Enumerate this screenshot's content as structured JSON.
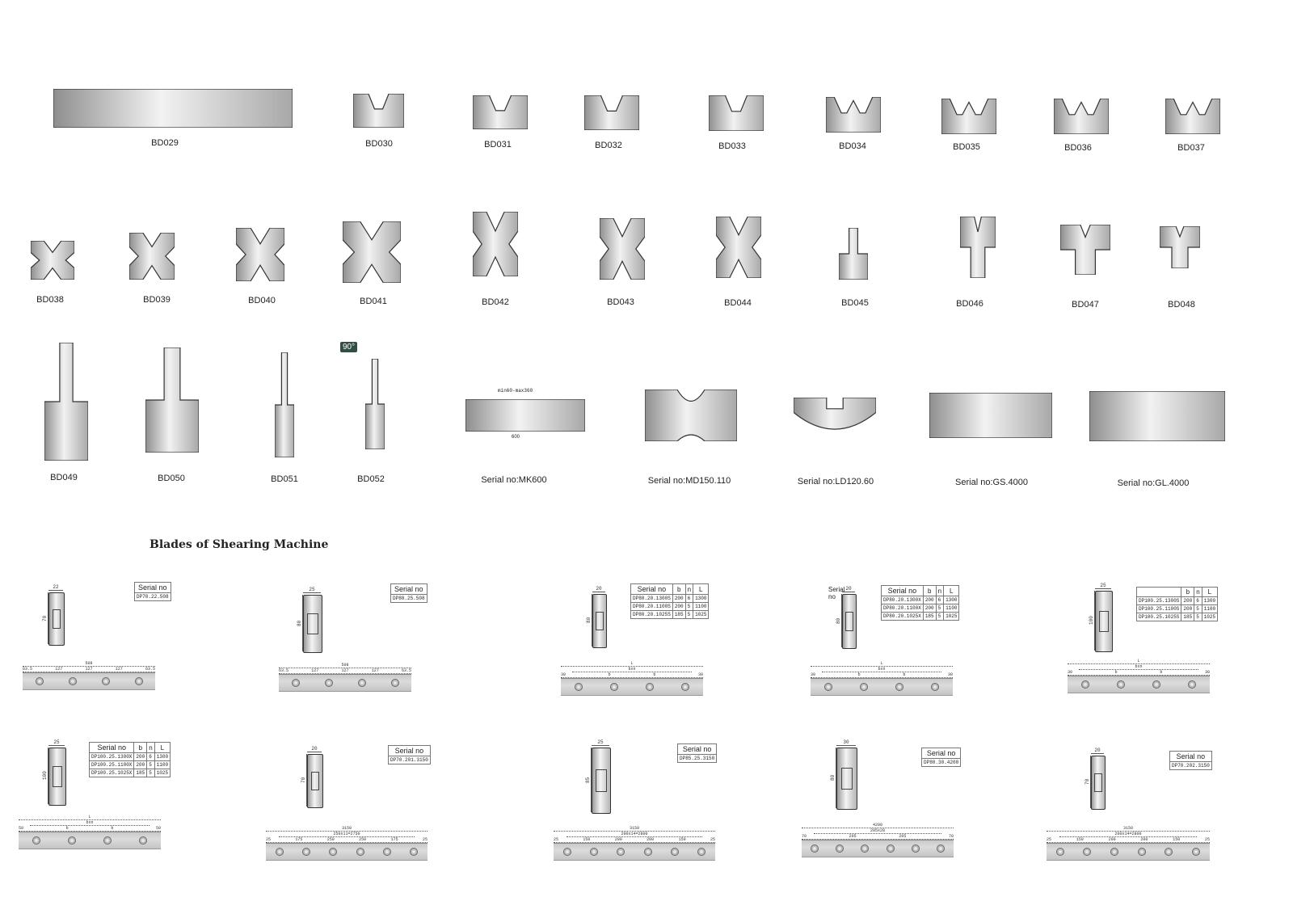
{
  "catalog": {
    "row1": [
      "BD029",
      "BD030",
      "BD031",
      "BD032",
      "BD033",
      "BD034",
      "BD035",
      "BD036",
      "BD037"
    ],
    "row2": [
      "BD038",
      "BD039",
      "BD040",
      "BD041",
      "BD042",
      "BD043",
      "BD044",
      "BD045",
      "BD046",
      "BD047",
      "BD048"
    ],
    "row3": [
      "BD049",
      "BD050",
      "BD051",
      "BD052",
      "Serial no:MK600",
      "Serial no:MD150.110",
      "Serial no:LD120.60",
      "Serial no:GS.4000",
      "Serial no:GL.4000"
    ],
    "angle_badge": "90°",
    "mk600_dim": "min60-max360",
    "mk600_len": "600"
  },
  "shearing": {
    "title": "Blades of Shearing Machine",
    "serial_header": "Serial no",
    "blades": [
      {
        "width": "22",
        "height": "70",
        "cols": [],
        "rows": [
          [
            "DP70.22.508"
          ]
        ],
        "total": "508",
        "sub": "",
        "segs": [
          "63.5",
          "127",
          "127",
          "127",
          "63.5"
        ],
        "holes": 4
      },
      {
        "width": "25",
        "height": "80",
        "cols": [],
        "rows": [
          [
            "DP80.25.508"
          ]
        ],
        "total": "508",
        "sub": "",
        "segs": [
          "63.5",
          "127",
          "127",
          "127",
          "63.5"
        ],
        "holes": 4
      },
      {
        "width": "20",
        "height": "80",
        "head": "Serial no",
        "cols": [
          "b",
          "n",
          "L"
        ],
        "rows": [
          [
            "DP80.20.1300S",
            "200",
            "6",
            "1300"
          ],
          [
            "DP80.20.1100S",
            "200",
            "5",
            "1100"
          ],
          [
            "DP80.20.1025S",
            "185",
            "5",
            "1025"
          ]
        ],
        "total": "L",
        "sub": "bxn",
        "segs": [
          "30",
          "b",
          "b",
          "30"
        ],
        "holes": 4
      },
      {
        "width": "20",
        "height": "80",
        "head": "Serial no",
        "cols": [
          "b",
          "n",
          "L"
        ],
        "rows": [
          [
            "DP80.20.1300X",
            "200",
            "6",
            "1300"
          ],
          [
            "DP80.20.1100X",
            "200",
            "5",
            "1100"
          ],
          [
            "DP80.20.1025X",
            "185",
            "5",
            "1025"
          ]
        ],
        "total": "L",
        "sub": "bxn",
        "segs": [
          "30",
          "b",
          "b",
          "30"
        ],
        "holes": 4,
        "side_label": "Serial no"
      },
      {
        "width": "25",
        "height": "100",
        "head": "",
        "cols": [
          "b",
          "n",
          "L"
        ],
        "rows": [
          [
            "DP100.25.1300S",
            "200",
            "6",
            "1300"
          ],
          [
            "DP100.25.1100S",
            "200",
            "5",
            "1100"
          ],
          [
            "DP100.25.1025S",
            "185",
            "5",
            "1025"
          ]
        ],
        "total": "L",
        "sub": "bxn",
        "segs": [
          "30",
          "b",
          "b",
          "30"
        ],
        "holes": 4
      },
      {
        "width": "25",
        "height": "100",
        "head": "Serial no",
        "cols": [
          "b",
          "n",
          "L"
        ],
        "rows": [
          [
            "DP100.25.1300X",
            "200",
            "6",
            "1300"
          ],
          [
            "DP100.25.1100X",
            "200",
            "5",
            "1100"
          ],
          [
            "DP100.25.1025X",
            "185",
            "5",
            "1025"
          ]
        ],
        "total": "L",
        "sub": "bxn",
        "segs": [
          "50",
          "b",
          "b",
          "50"
        ],
        "holes": 4
      },
      {
        "width": "20",
        "height": "70",
        "cols": [],
        "rows": [
          [
            "DP70.201.3150"
          ]
        ],
        "total": "3150",
        "sub": "250x11=2750",
        "segs": [
          "25",
          "175",
          "250",
          "250",
          "175",
          "25"
        ],
        "holes": 6
      },
      {
        "width": "25",
        "height": "85",
        "cols": [],
        "rows": [
          [
            "DP85.25.3150"
          ]
        ],
        "total": "3150",
        "sub": "200x14=2800",
        "segs": [
          "25",
          "150",
          "200",
          "200",
          "150",
          "25"
        ],
        "holes": 6
      },
      {
        "width": "30",
        "height": "80",
        "cols": [],
        "rows": [
          [
            "DP80.30.4200"
          ]
        ],
        "total": "4200",
        "sub": "205x20",
        "segs": [
          "70",
          "205",
          "205",
          "70"
        ],
        "holes": 6
      },
      {
        "width": "20",
        "height": "70",
        "cols": [],
        "rows": [
          [
            "DP70.202.3150"
          ]
        ],
        "total": "3150",
        "sub": "200x14=2800",
        "segs": [
          "25",
          "150",
          "200",
          "200",
          "150",
          "25"
        ],
        "holes": 6
      }
    ]
  }
}
